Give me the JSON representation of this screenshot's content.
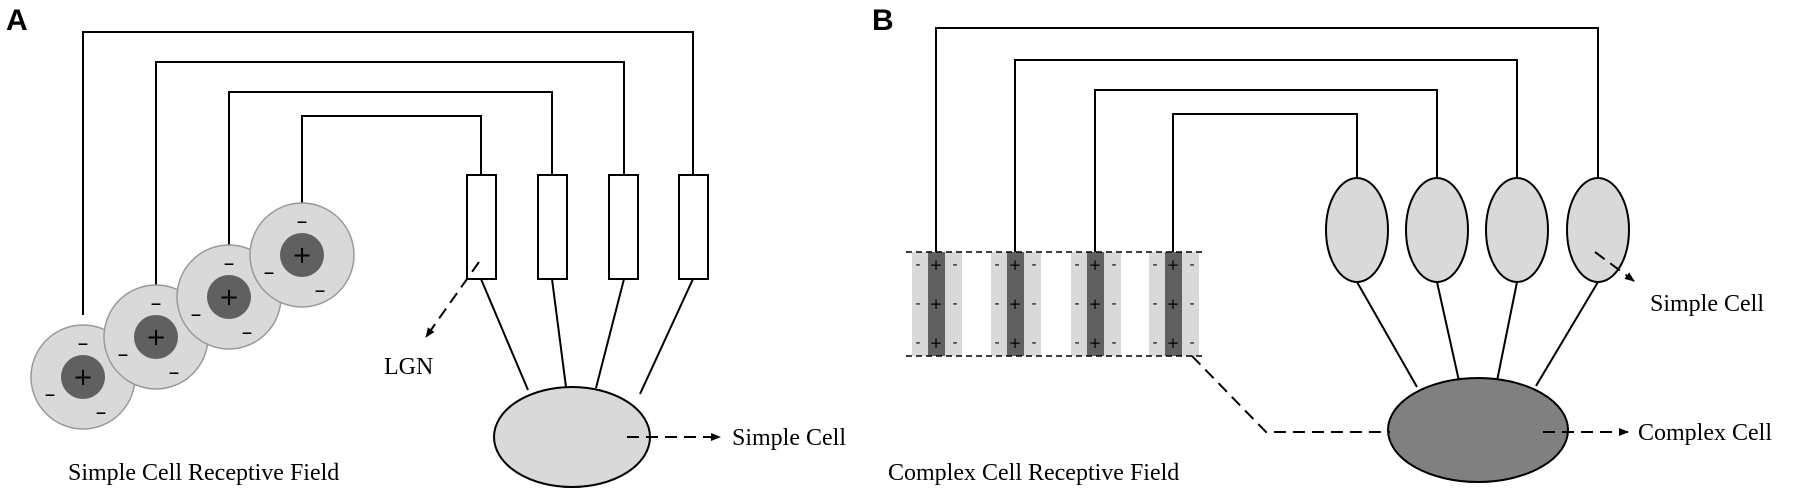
{
  "panels": {
    "a": {
      "label": "A",
      "caption": "Simple Cell Receptive Field",
      "lgn_label": "LGN",
      "output_label": "Simple Cell"
    },
    "b": {
      "label": "B",
      "caption": "Complex Cell Receptive Field",
      "simple_label": "Simple Cell",
      "output_label": "Complex Cell"
    }
  },
  "symbols": {
    "excitatory": "+",
    "inhibitory": "-",
    "off_dash": "–"
  },
  "colors": {
    "light_gray": "#d9d9d9",
    "dark_gray": "#606060",
    "complex_cell": "#808080",
    "line": "#000000"
  }
}
